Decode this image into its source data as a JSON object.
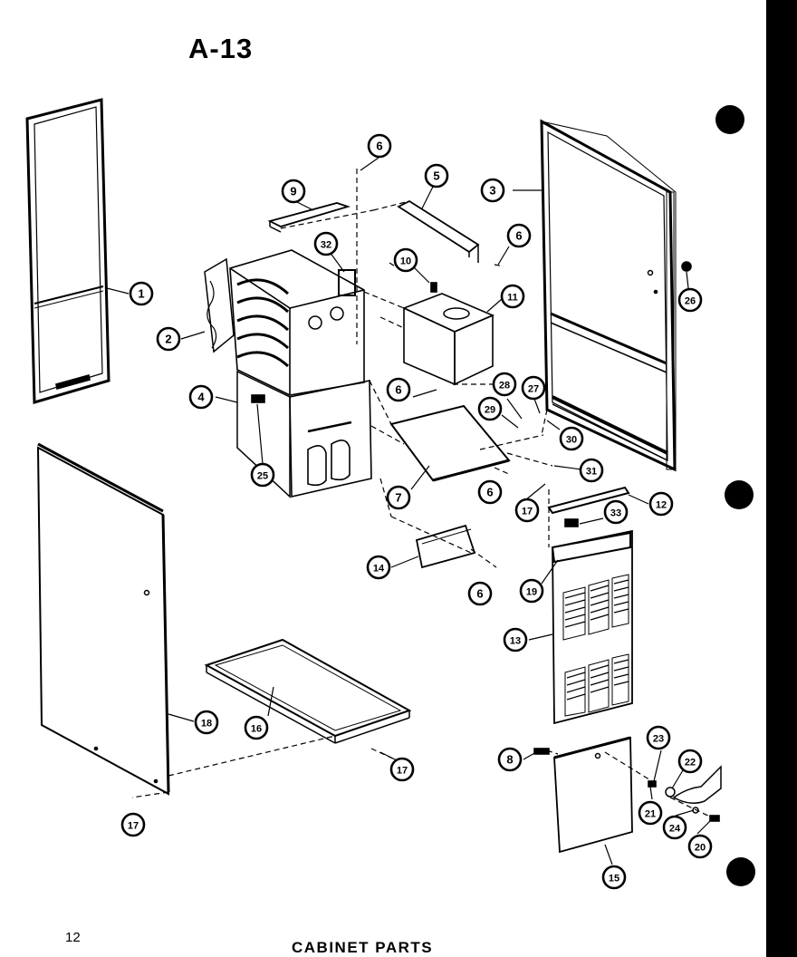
{
  "figure_label": "A-13",
  "page_number": "12",
  "caption": "CABINET PARTS",
  "callouts": [
    {
      "id": "c1",
      "label": "1"
    },
    {
      "id": "c2",
      "label": "2"
    },
    {
      "id": "c3",
      "label": "3"
    },
    {
      "id": "c4",
      "label": "4"
    },
    {
      "id": "c5",
      "label": "5"
    },
    {
      "id": "c6a",
      "label": "6"
    },
    {
      "id": "c6b",
      "label": "6"
    },
    {
      "id": "c6c",
      "label": "6"
    },
    {
      "id": "c6d",
      "label": "6"
    },
    {
      "id": "c6e",
      "label": "6"
    },
    {
      "id": "c7",
      "label": "7"
    },
    {
      "id": "c8",
      "label": "8"
    },
    {
      "id": "c9",
      "label": "9"
    },
    {
      "id": "c10",
      "label": "10"
    },
    {
      "id": "c11",
      "label": "11"
    },
    {
      "id": "c12",
      "label": "12"
    },
    {
      "id": "c13",
      "label": "13"
    },
    {
      "id": "c14",
      "label": "14"
    },
    {
      "id": "c15",
      "label": "15"
    },
    {
      "id": "c16",
      "label": "16"
    },
    {
      "id": "c17a",
      "label": "17"
    },
    {
      "id": "c17b",
      "label": "17"
    },
    {
      "id": "c17c",
      "label": "17"
    },
    {
      "id": "c18",
      "label": "18"
    },
    {
      "id": "c19",
      "label": "19"
    },
    {
      "id": "c20",
      "label": "20"
    },
    {
      "id": "c21",
      "label": "21"
    },
    {
      "id": "c22",
      "label": "22"
    },
    {
      "id": "c23",
      "label": "23"
    },
    {
      "id": "c24",
      "label": "24"
    },
    {
      "id": "c25",
      "label": "25"
    },
    {
      "id": "c26",
      "label": "26"
    },
    {
      "id": "c27",
      "label": "27"
    },
    {
      "id": "c28",
      "label": "28"
    },
    {
      "id": "c29",
      "label": "29"
    },
    {
      "id": "c30",
      "label": "30"
    },
    {
      "id": "c31",
      "label": "31"
    },
    {
      "id": "c32",
      "label": "32"
    },
    {
      "id": "c33",
      "label": "33"
    }
  ]
}
